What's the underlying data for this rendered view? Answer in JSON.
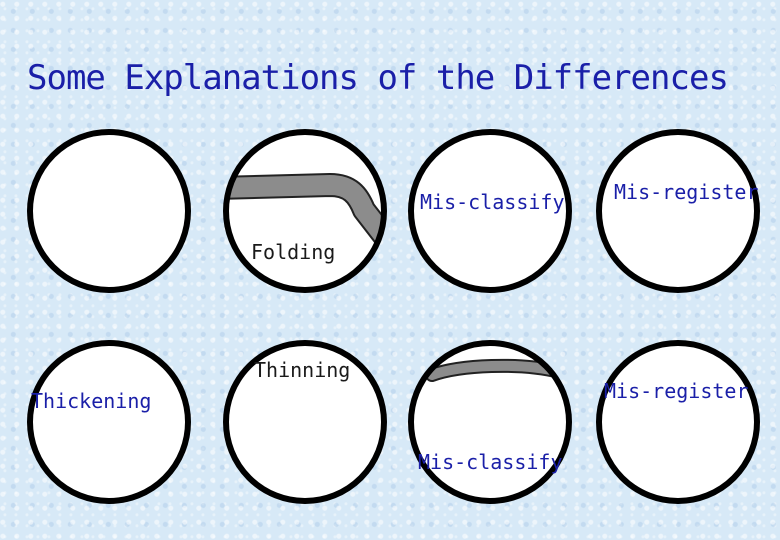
{
  "title": "Some Explanations of the Differences",
  "labels": {
    "folding": "Folding",
    "thinning": "Thinning",
    "thickening": "Thickening",
    "misclassify_top": "Mis-classify",
    "misclassify_bottom": "Mis-classify",
    "misregister_top": "Mis-register",
    "misregister_bottom": "Mis-register"
  },
  "colors": {
    "title": "#1a1fa8",
    "tissue": "#8c8c8c",
    "tissue_outline": "#222222",
    "circle_fill": "#ffffff",
    "circle_border": "#000000"
  }
}
